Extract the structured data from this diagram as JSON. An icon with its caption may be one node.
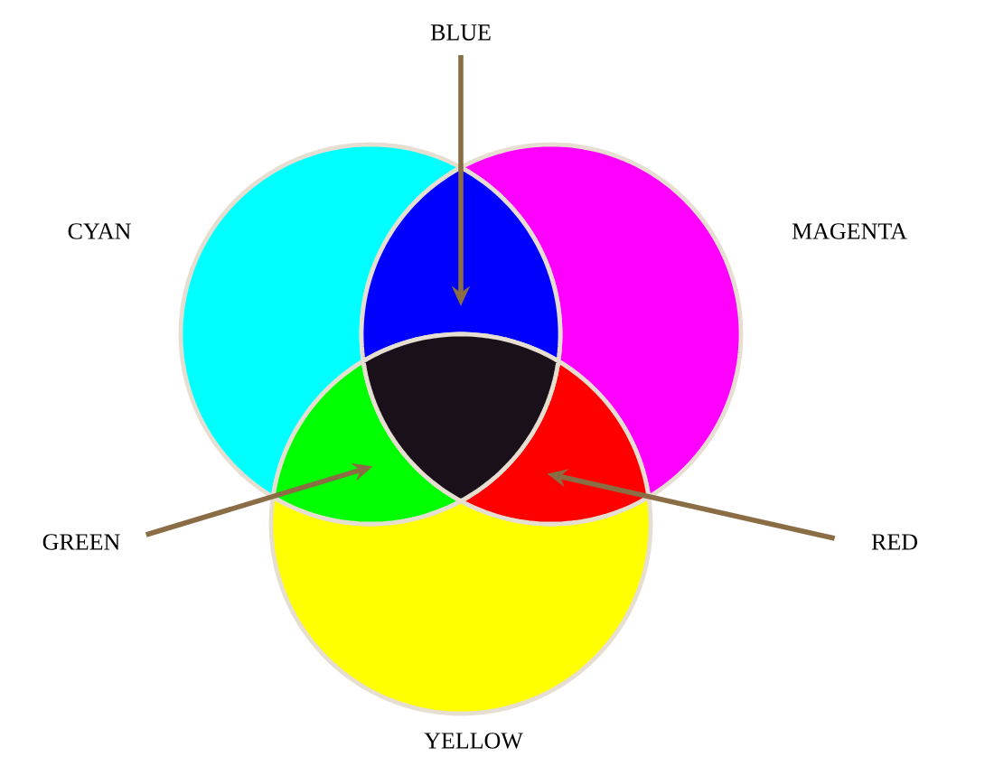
{
  "diagram": {
    "nodes": [
      {
        "text": [],
        "shape": "crescent",
        "beside": [
          "CYAN"
        ]
      },
      {
        "text": [],
        "shape": "crescent",
        "beside": [
          "MAGENTA"
        ]
      },
      {
        "text": [],
        "shape": "crescent",
        "beside": [
          "YELLOW"
        ]
      },
      {
        "text": [],
        "shape": "lens"
      },
      {
        "text": [],
        "shape": "lens"
      },
      {
        "text": [],
        "shape": "lens"
      },
      {
        "text": [],
        "shape": "triangle"
      },
      {
        "text": [
          "BLUE"
        ]
      },
      {
        "text": [
          "GREEN"
        ]
      },
      {
        "text": [
          "RED"
        ]
      }
    ],
    "edges": [
      {
        "from": 7,
        "to": 3,
        "arrow": "to"
      },
      {
        "from": 8,
        "to": 4,
        "arrow": "to"
      },
      {
        "from": 9,
        "to": 5,
        "arrow": "to"
      }
    ]
  }
}
